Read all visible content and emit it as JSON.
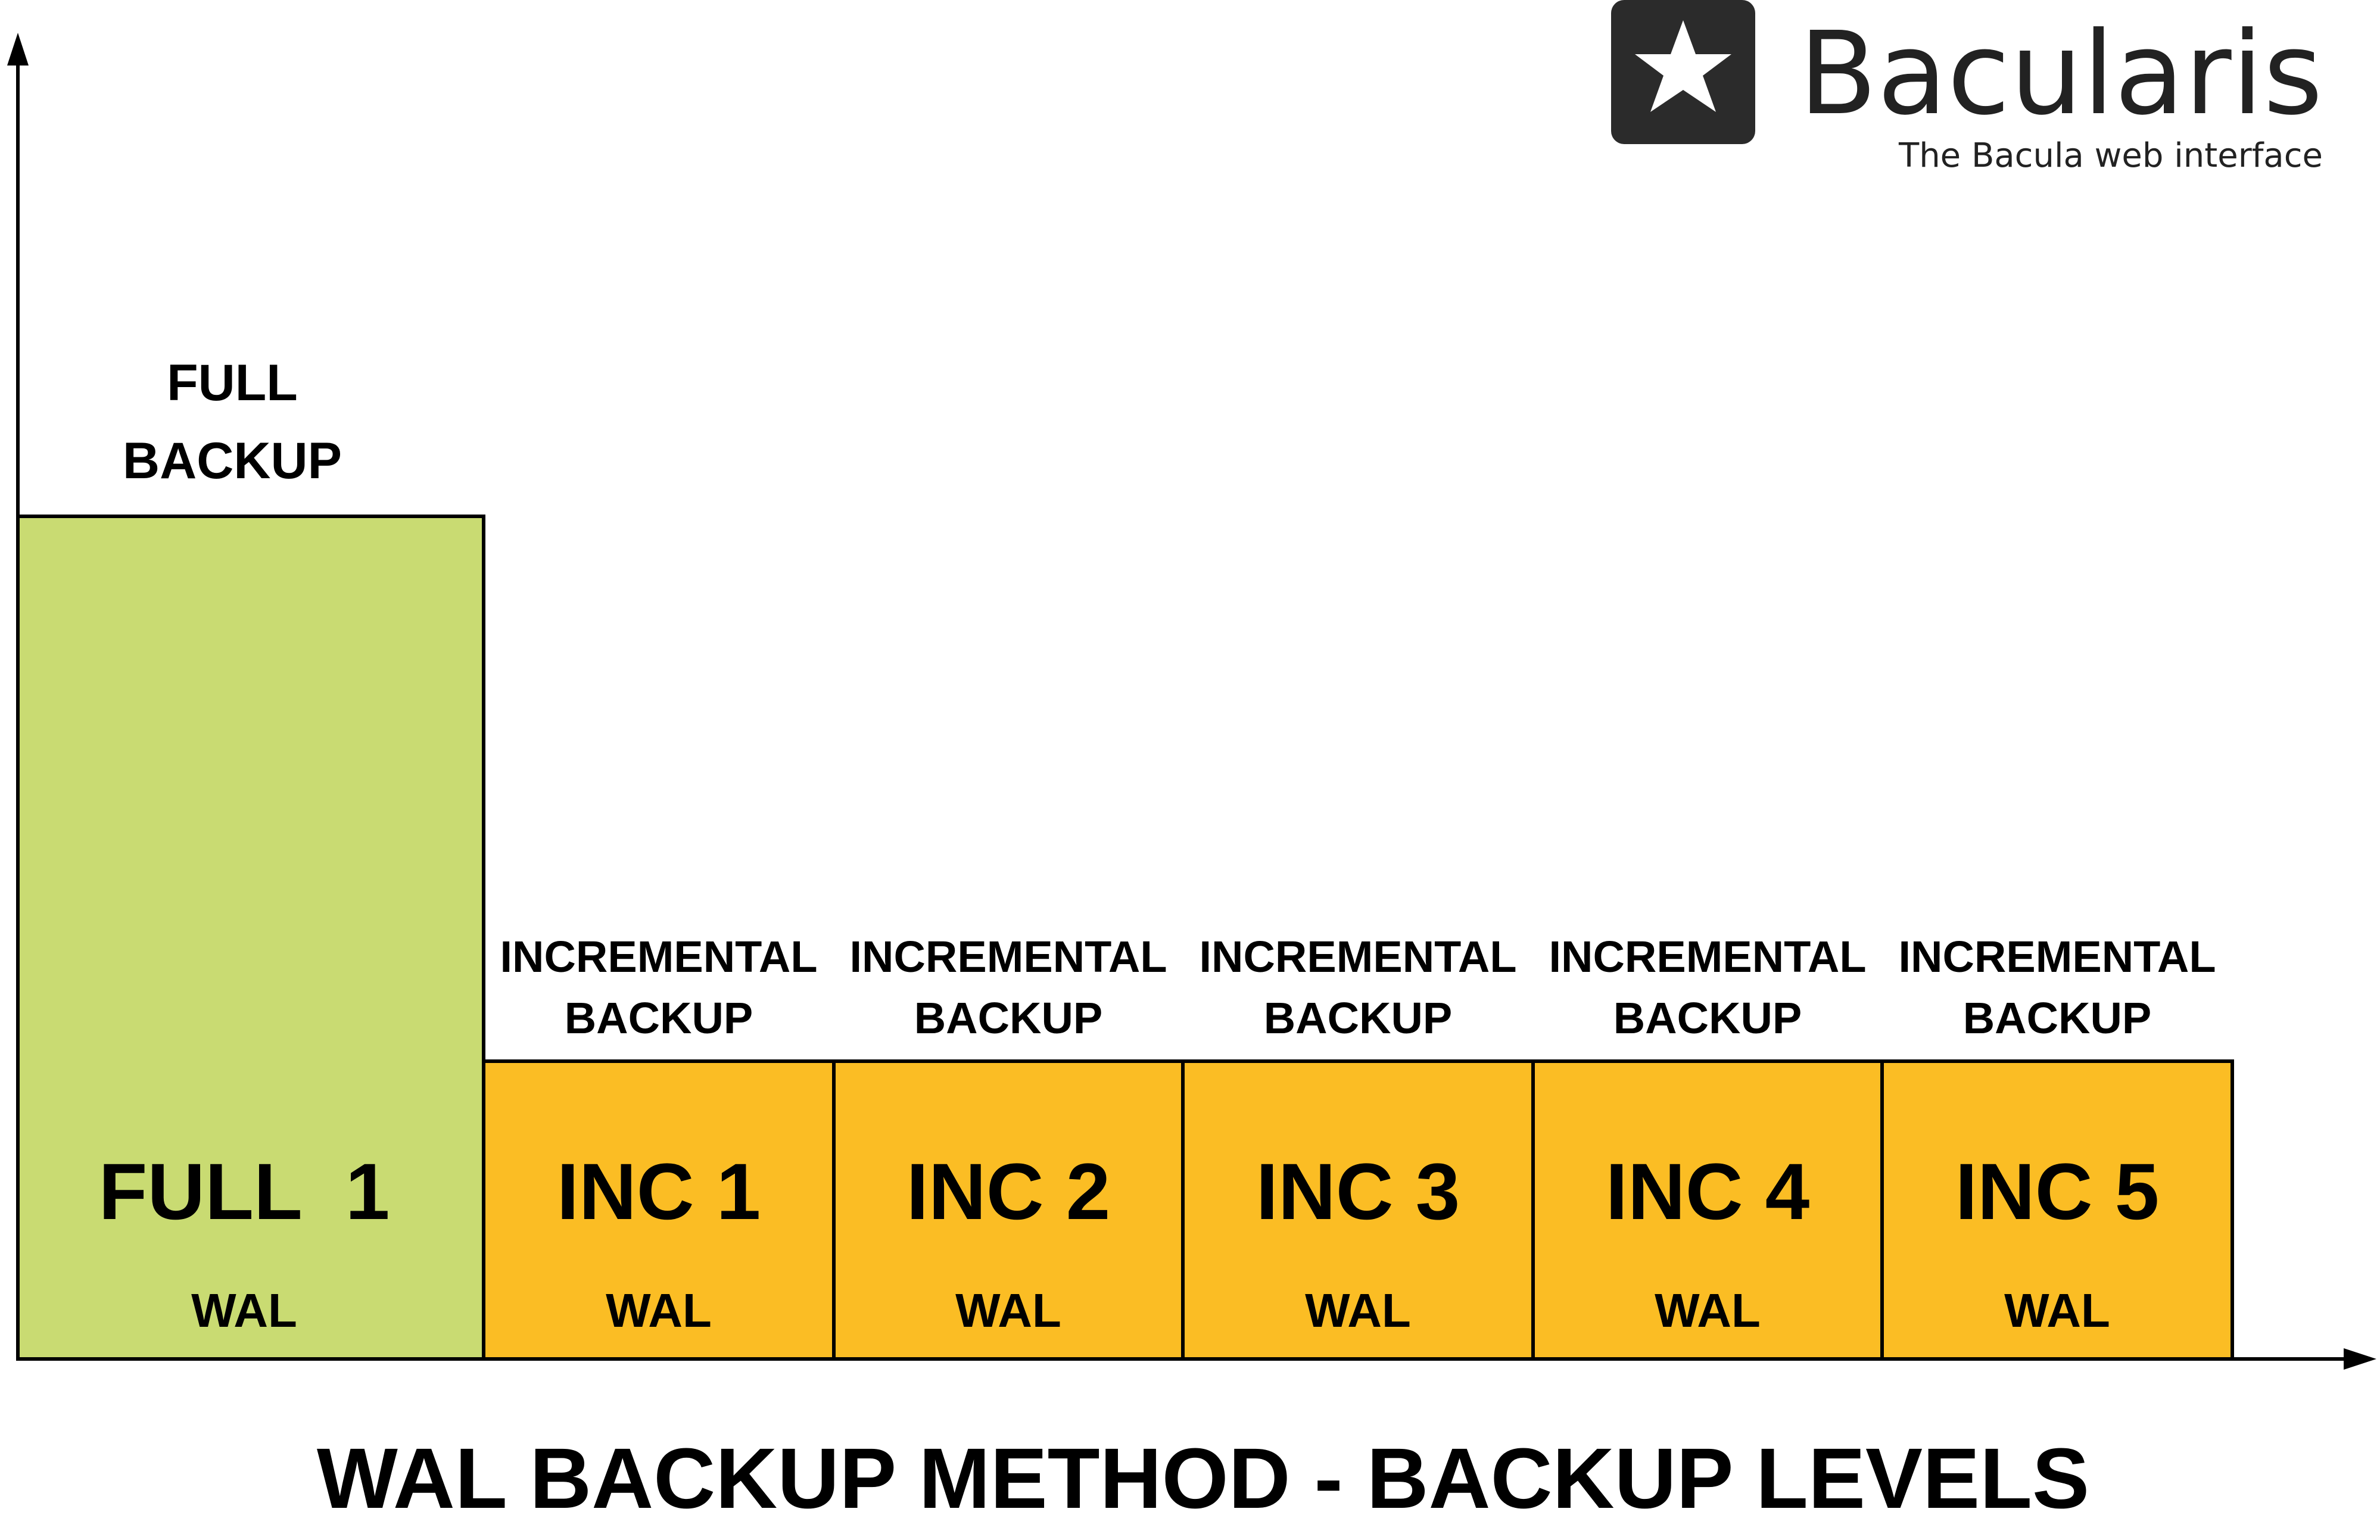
{
  "brand": {
    "name": "Bacularis",
    "tagline": "The Bacula web interface",
    "logo_icon": "star-burst-logo-icon"
  },
  "colors": {
    "full": "#C9DB72",
    "incremental": "#FBBD24",
    "stroke": "#000000"
  },
  "full_block": {
    "top_label": [
      "FULL",
      "BACKUP"
    ],
    "name": "FULL  1",
    "sub": "WAL"
  },
  "inc_blocks": [
    {
      "top_label": [
        "INCREMENTAL",
        "BACKUP"
      ],
      "name": "INC 1",
      "sub": "WAL"
    },
    {
      "top_label": [
        "INCREMENTAL",
        "BACKUP"
      ],
      "name": "INC 2",
      "sub": "WAL"
    },
    {
      "top_label": [
        "INCREMENTAL",
        "BACKUP"
      ],
      "name": "INC 3",
      "sub": "WAL"
    },
    {
      "top_label": [
        "INCREMENTAL",
        "BACKUP"
      ],
      "name": "INC 4",
      "sub": "WAL"
    },
    {
      "top_label": [
        "INCREMENTAL",
        "BACKUP"
      ],
      "name": "INC 5",
      "sub": "WAL"
    }
  ],
  "caption": "WAL BACKUP METHOD - BACKUP LEVELS"
}
